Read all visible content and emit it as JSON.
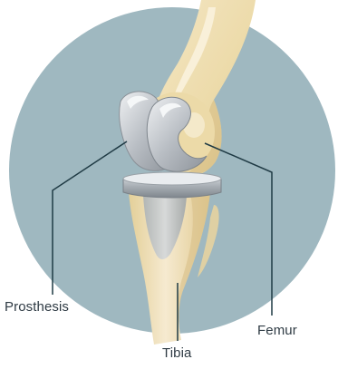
{
  "labels": {
    "prosthesis": "Prosthesis",
    "tibia": "Tibia",
    "femur": "Femur"
  },
  "colors": {
    "background_circle": "#9fb8c0",
    "bone": "#efdfb2",
    "bone_shadow": "#d8c089",
    "metal": "#b7bcc2",
    "metal_highlight": "#e7eaee",
    "leader_line": "#1f3a44",
    "text": "#2f3b44"
  }
}
